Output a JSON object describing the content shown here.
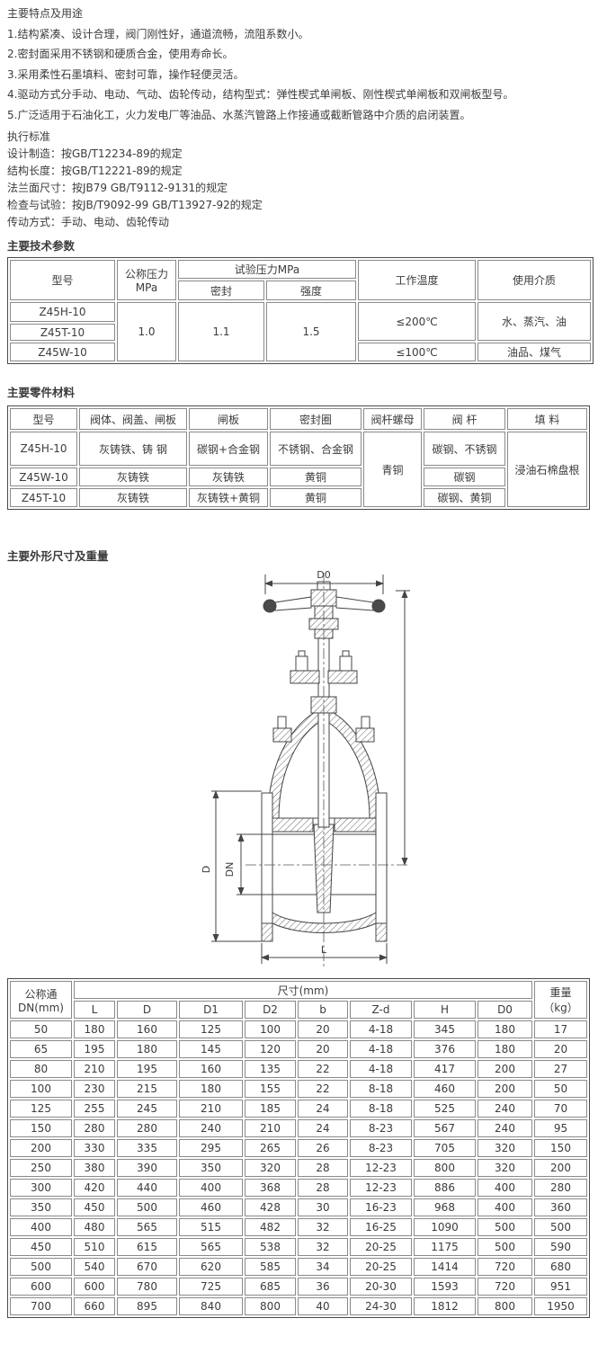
{
  "features": {
    "title": "主要特点及用途",
    "items": [
      "1.结构紧凑、设计合理，阀门刚性好，通道流畅，流阻系数小。",
      "2.密封面采用不锈钢和硬质合金，使用寿命长。",
      "3.采用柔性石墨填料、密封可靠，操作轻便灵活。",
      "4.驱动方式分手动、电动、气动、齿轮传动，结构型式：弹性楔式单闸板、刚性楔式单闸板和双闸板型号。",
      "5.广泛适用于石油化工，火力发电厂等油品、水蒸汽管路上作接通或截断管路中介质的启闭装置。"
    ]
  },
  "standards": {
    "title": "执行标准",
    "items": [
      "设计制造：按GB/T12234-89的规定",
      "结构长度：按GB/T12221-89的规定",
      "法兰面尺寸：按JB79 GB/T9112-9131的规定",
      "检查与试验：按JB/T9092-99 GB/T13927-92的规定",
      "传动方式：手动、电动、齿轮传动"
    ]
  },
  "tech": {
    "title": "主要技术参数",
    "col_model": "型号",
    "col_pressure_1": "公称压力",
    "col_pressure_2": "MPa",
    "col_test": "试验压力MPa",
    "col_seal": "密封",
    "col_strength": "强度",
    "col_temp": "工作温度",
    "col_medium": "使用介质",
    "models": [
      "Z45H-10",
      "Z45T-10",
      "Z45W-10"
    ],
    "nominal_pressure": "1.0",
    "seal_pressure": "1.1",
    "strength_pressure": "1.5",
    "temp_1": "≤200℃",
    "medium_1": "水、蒸汽、油",
    "temp_2": "≤100℃",
    "medium_2": "油品、煤气"
  },
  "materials": {
    "title": "主要零件材料",
    "headers": [
      "型号",
      "阀体、阀盖、闸板",
      "闸板",
      "密封圈",
      "阀杆螺母",
      "阀 杆",
      "填 料"
    ],
    "rows": [
      {
        "model": "Z45H-10",
        "body": "灰铸铁、铸 钢",
        "gate": "碳钢+合金钢",
        "seal": "不锈钢、合金钢",
        "stem": "碳钢、不锈钢"
      },
      {
        "model": "Z45W-10",
        "body": "灰铸铁",
        "gate": "灰铸铁",
        "seal": "黄铜",
        "stem": "碳钢"
      },
      {
        "model": "Z45T-10",
        "body": "灰铸铁",
        "gate": "灰铸铁+黄铜",
        "seal": "黄铜",
        "stem": "碳钢、黄铜"
      }
    ],
    "stem_nut": "青铜",
    "packing": "浸油石棉盘根"
  },
  "dims": {
    "title": "主要外形尺寸及重量",
    "col_dn_1": "公称通",
    "col_dn_2": "DN(mm)",
    "col_size": "尺寸(mm)",
    "col_weight_1": "重量",
    "col_weight_2": "（kg）",
    "sub_headers": [
      "L",
      "D",
      "D1",
      "D2",
      "b",
      "Z-d",
      "H",
      "D0"
    ],
    "rows": [
      [
        "50",
        "180",
        "160",
        "125",
        "100",
        "20",
        "4-18",
        "345",
        "180",
        "17"
      ],
      [
        "65",
        "195",
        "180",
        "145",
        "120",
        "20",
        "4-18",
        "376",
        "180",
        "20"
      ],
      [
        "80",
        "210",
        "195",
        "160",
        "135",
        "22",
        "4-18",
        "417",
        "200",
        "27"
      ],
      [
        "100",
        "230",
        "215",
        "180",
        "155",
        "22",
        "8-18",
        "460",
        "200",
        "50"
      ],
      [
        "125",
        "255",
        "245",
        "210",
        "185",
        "24",
        "8-18",
        "525",
        "240",
        "70"
      ],
      [
        "150",
        "280",
        "280",
        "240",
        "210",
        "24",
        "8-23",
        "567",
        "240",
        "95"
      ],
      [
        "200",
        "330",
        "335",
        "295",
        "265",
        "26",
        "8-23",
        "705",
        "320",
        "150"
      ],
      [
        "250",
        "380",
        "390",
        "350",
        "320",
        "28",
        "12-23",
        "800",
        "320",
        "200"
      ],
      [
        "300",
        "420",
        "440",
        "400",
        "368",
        "28",
        "12-23",
        "886",
        "400",
        "280"
      ],
      [
        "350",
        "450",
        "500",
        "460",
        "428",
        "30",
        "16-23",
        "968",
        "400",
        "360"
      ],
      [
        "400",
        "480",
        "565",
        "515",
        "482",
        "32",
        "16-25",
        "1090",
        "500",
        "500"
      ],
      [
        "450",
        "510",
        "615",
        "565",
        "538",
        "32",
        "20-25",
        "1175",
        "500",
        "590"
      ],
      [
        "500",
        "540",
        "670",
        "620",
        "585",
        "34",
        "20-25",
        "1414",
        "720",
        "680"
      ],
      [
        "600",
        "600",
        "780",
        "725",
        "685",
        "36",
        "20-30",
        "1593",
        "720",
        "951"
      ],
      [
        "700",
        "660",
        "895",
        "840",
        "800",
        "40",
        "24-30",
        "1812",
        "800",
        "1950"
      ]
    ]
  },
  "drawing": {
    "labels": {
      "d0": "D0",
      "d": "D",
      "dn": "DN",
      "l": "L"
    }
  },
  "colors": {
    "text": "#3c3c3c",
    "table_outer_border": "#4a4a4a",
    "table_cell_border": "#8a8a8a",
    "drawing_line": "#444444"
  }
}
